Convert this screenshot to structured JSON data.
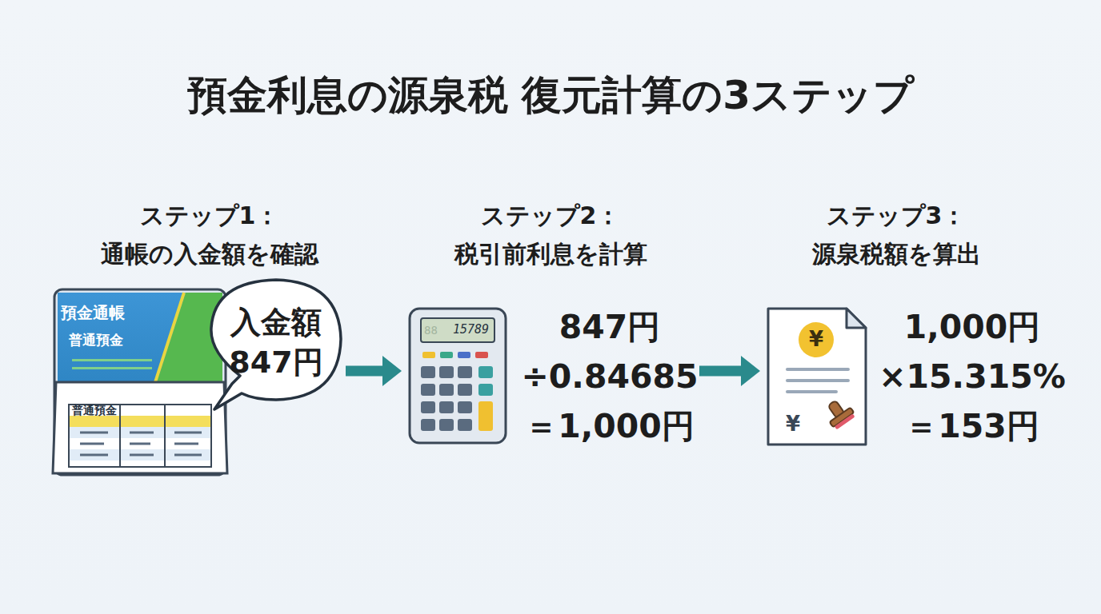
{
  "diagram": {
    "title": "預金利息の源泉税 復元計算の3ステップ",
    "nodes": [
      {
        "text": [
          "預金通帳",
          "普通預金",
          "普通預金"
        ]
      },
      {
        "text": [
          "入金額 847円"
        ]
      },
      {
        "text": [
          "15789",
          "847円 ÷0.84685 ＝1,000円"
        ]
      },
      {
        "text": [
          "¥",
          "¥",
          "1,000円 ×15.315% ＝153円"
        ]
      }
    ],
    "edges": [
      {
        "from": 1,
        "to": 2,
        "arrow": "to"
      },
      {
        "from": 2,
        "to": 3,
        "arrow": "to"
      }
    ],
    "labels": [
      "ステップ1： 通帳の入金額を確認",
      "ステップ2： 税引前利息を計算",
      "ステップ3： 源泉税額を算出",
      "88"
    ]
  }
}
